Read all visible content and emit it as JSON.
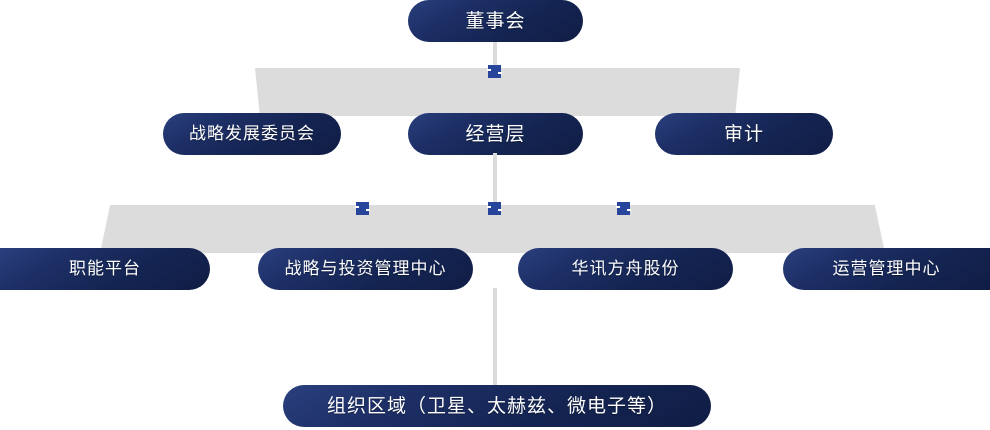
{
  "diagram": {
    "type": "organization-chart",
    "title": "",
    "colors": {
      "node_gradient_start": "#2a3f7e",
      "node_gradient_end": "#101d45",
      "node_text": "#ffffff",
      "connector_band": "#dcdcdc",
      "connector_line": "#dcdcdc",
      "marker": "#27469b",
      "background": "#ffffff"
    },
    "tiers": [
      {
        "level": 1,
        "nodes": [
          {
            "id": "board",
            "label": "董事会"
          }
        ]
      },
      {
        "level": 2,
        "nodes": [
          {
            "id": "strategy-committee",
            "label": "战略发展委员会"
          },
          {
            "id": "management",
            "label": "经营层"
          },
          {
            "id": "audit",
            "label": "审计"
          }
        ]
      },
      {
        "level": 3,
        "nodes": [
          {
            "id": "functional-platform",
            "label": "职能平台"
          },
          {
            "id": "strategy-investment-center",
            "label": "战略与投资管理中心"
          },
          {
            "id": "huaxun-fangzhou-shares",
            "label": "华讯方舟股份"
          },
          {
            "id": "operations-management-center",
            "label": "运营管理中心"
          }
        ]
      },
      {
        "level": 4,
        "nodes": [
          {
            "id": "organization-regions",
            "label": "组织区域（卫星、太赫兹、微电子等）"
          }
        ]
      }
    ]
  }
}
